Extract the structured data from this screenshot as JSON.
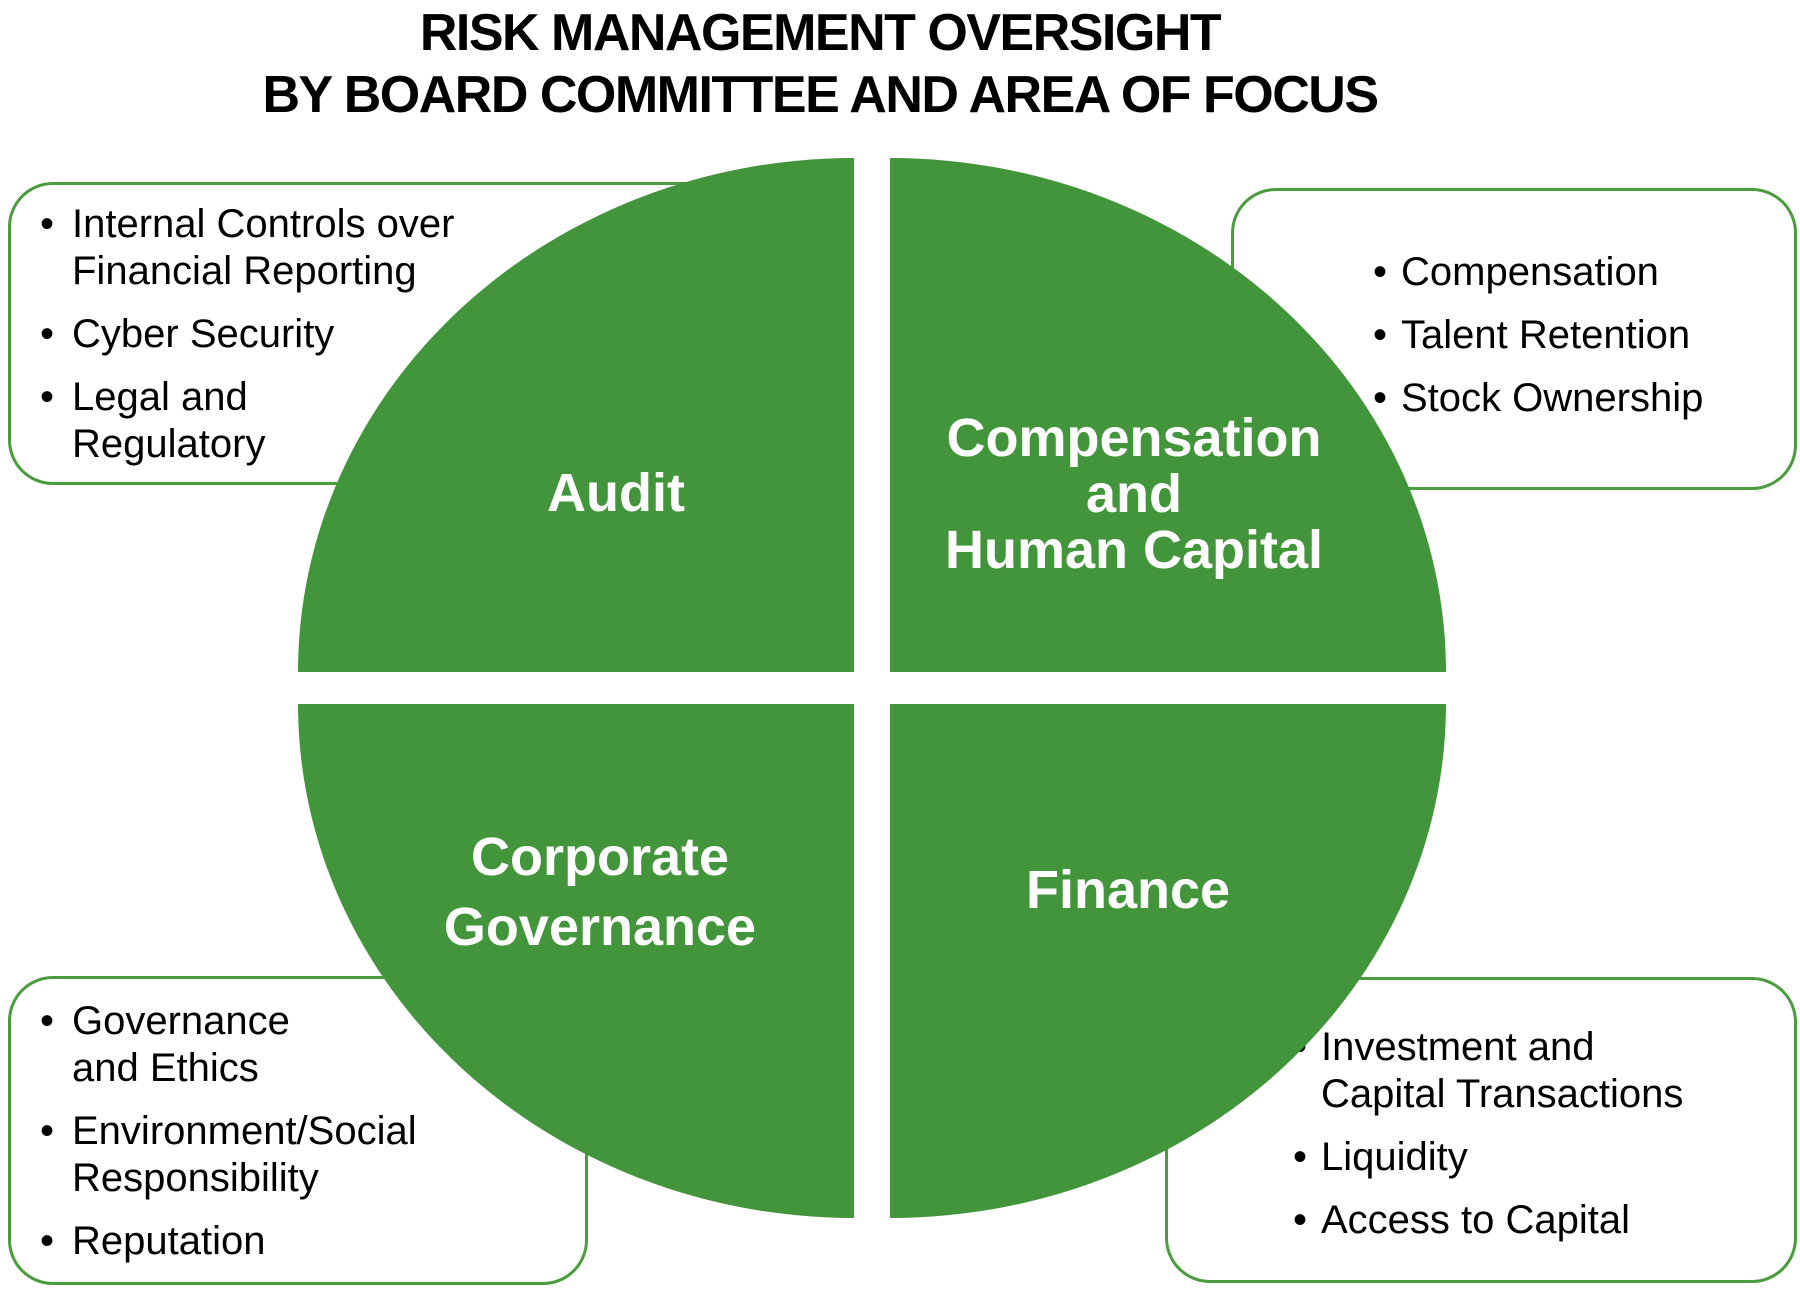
{
  "title": {
    "lines": [
      "RISK MANAGEMENT OVERSIGHT",
      "BY BOARD COMMITTEE AND AREA OF FOCUS"
    ]
  },
  "colors": {
    "green": "#43953B",
    "box_border": "#4A9C3E",
    "quadrant_text": "#FFFFFF",
    "bullet_text": "#000000",
    "background": "#FFFFFF"
  },
  "quadrants": {
    "audit": {
      "label_lines": [
        "Audit"
      ]
    },
    "compensation": {
      "label_lines": [
        "Compensation",
        "and",
        "Human Capital"
      ]
    },
    "governance": {
      "label_lines": [
        "Corporate",
        "Governance"
      ]
    },
    "finance": {
      "label_lines": [
        "Finance"
      ]
    }
  },
  "callouts": {
    "audit": {
      "items": [
        [
          "Internal Controls over",
          "Financial Reporting"
        ],
        [
          "Cyber Security"
        ],
        [
          "Legal and",
          "Regulatory"
        ]
      ]
    },
    "compensation": {
      "items": [
        [
          "Compensation"
        ],
        [
          "Talent Retention"
        ],
        [
          "Stock Ownership"
        ]
      ]
    },
    "governance": {
      "items": [
        [
          "Governance",
          "and Ethics"
        ],
        [
          "Environment/Social",
          "Responsibility"
        ],
        [
          "Reputation"
        ]
      ]
    },
    "finance": {
      "items": [
        [
          "Investment and",
          "Capital Transactions"
        ],
        [
          "Liquidity"
        ],
        [
          "Access to Capital"
        ]
      ]
    }
  }
}
